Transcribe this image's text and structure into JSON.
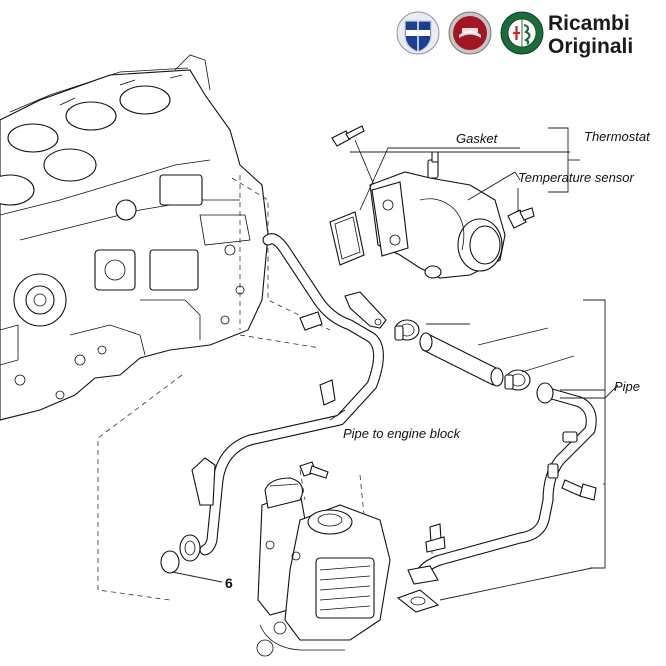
{
  "brand": {
    "line1": "Ricambi",
    "line2": "Originali",
    "logos": [
      {
        "icon": "lancia-shield-icon",
        "color": "#1d3f8f"
      },
      {
        "icon": "fiat-badge-icon",
        "color": "#a31624"
      },
      {
        "icon": "alfa-romeo-badge-icon",
        "color": "#1c6b3a"
      }
    ]
  },
  "labels": {
    "gasket": "Gasket",
    "thermostat": "Thermostat",
    "temperature_sensor": "Temperature sensor",
    "pipe": "Pipe",
    "pipe_to_engine_block": "Pipe to engine block",
    "ref_number": "6"
  }
}
